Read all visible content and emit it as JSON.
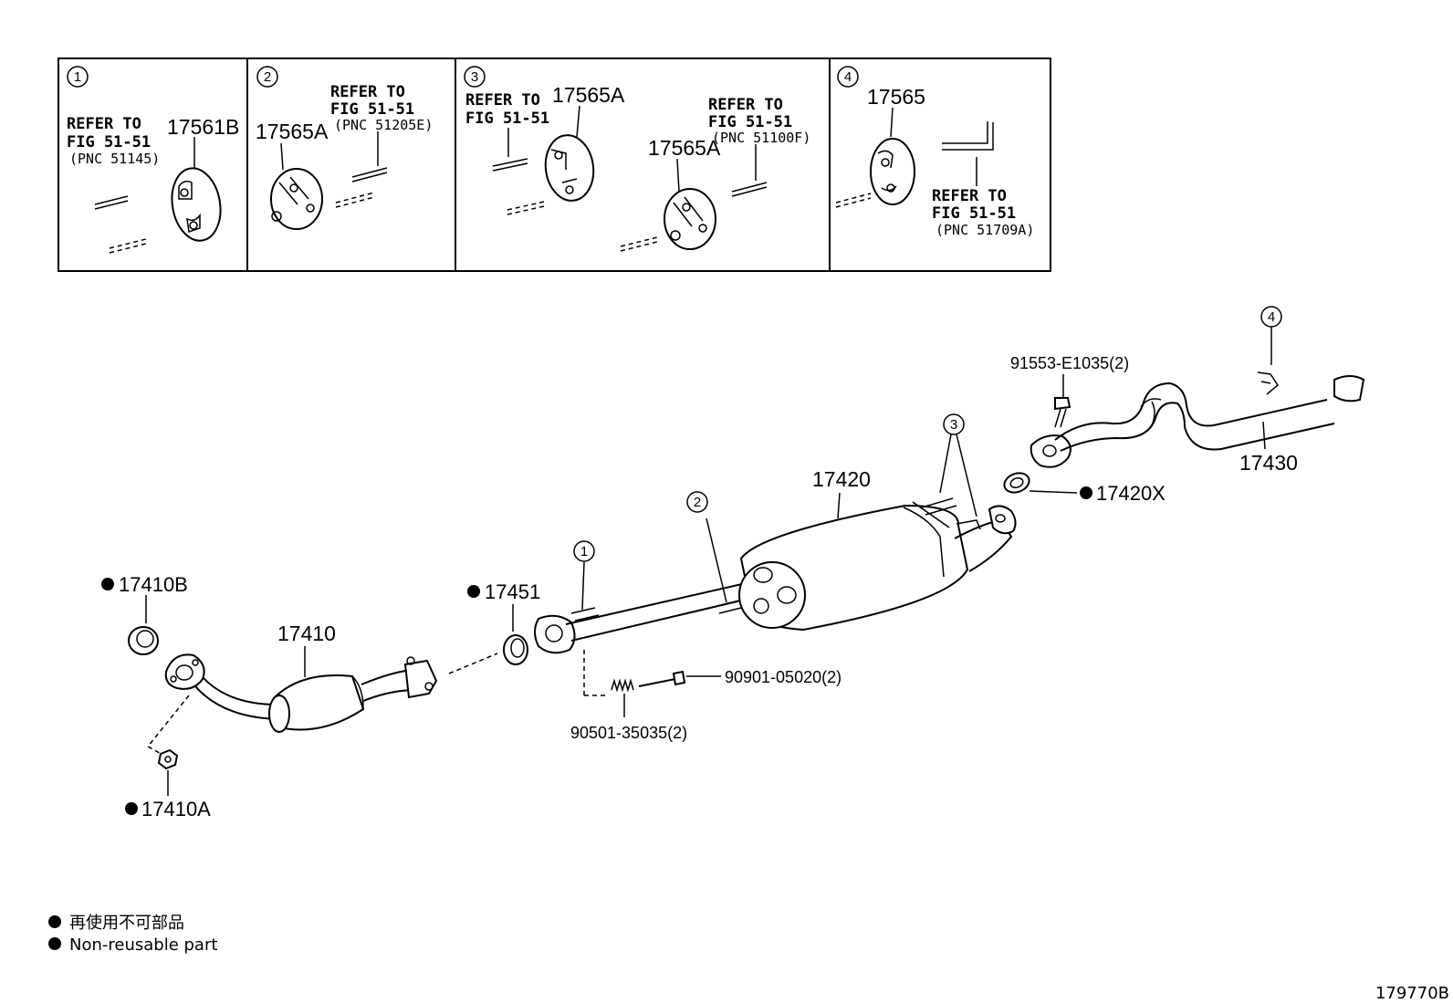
{
  "insets": [
    {
      "num": "1",
      "refer": [
        "REFER TO",
        "FIG 51-51",
        "(PNC 51145)"
      ],
      "part": "17561B"
    },
    {
      "num": "2",
      "refer": [
        "REFER TO",
        "FIG 51-51",
        "(PNC 51205E)"
      ],
      "part": "17565A"
    },
    {
      "num": "3",
      "refer1": [
        "REFER TO",
        "FIG 51-51"
      ],
      "part1": "17565A",
      "refer2": [
        "REFER TO",
        "FIG 51-51",
        "(PNC 51100F)"
      ],
      "part2": "17565A"
    },
    {
      "num": "4",
      "part": "17565",
      "refer": [
        "REFER TO",
        "FIG 51-51",
        "(PNC 51709A)"
      ]
    }
  ],
  "callouts": {
    "c1": "1",
    "c2": "2",
    "c3": "3",
    "c4": "4"
  },
  "parts": {
    "p17410B": "17410B",
    "p17410": "17410",
    "p17410A": "17410A",
    "p17451": "17451",
    "p17420": "17420",
    "p17420X": "17420X",
    "p17430": "17430",
    "bolt1": "91553-E1035(2)",
    "bolt2": "90901-05020(2)",
    "spring": "90501-35035(2)"
  },
  "legend": {
    "line1": "再使用不可部品",
    "line2": "Non-reusable part"
  },
  "figure_code": "179770B"
}
